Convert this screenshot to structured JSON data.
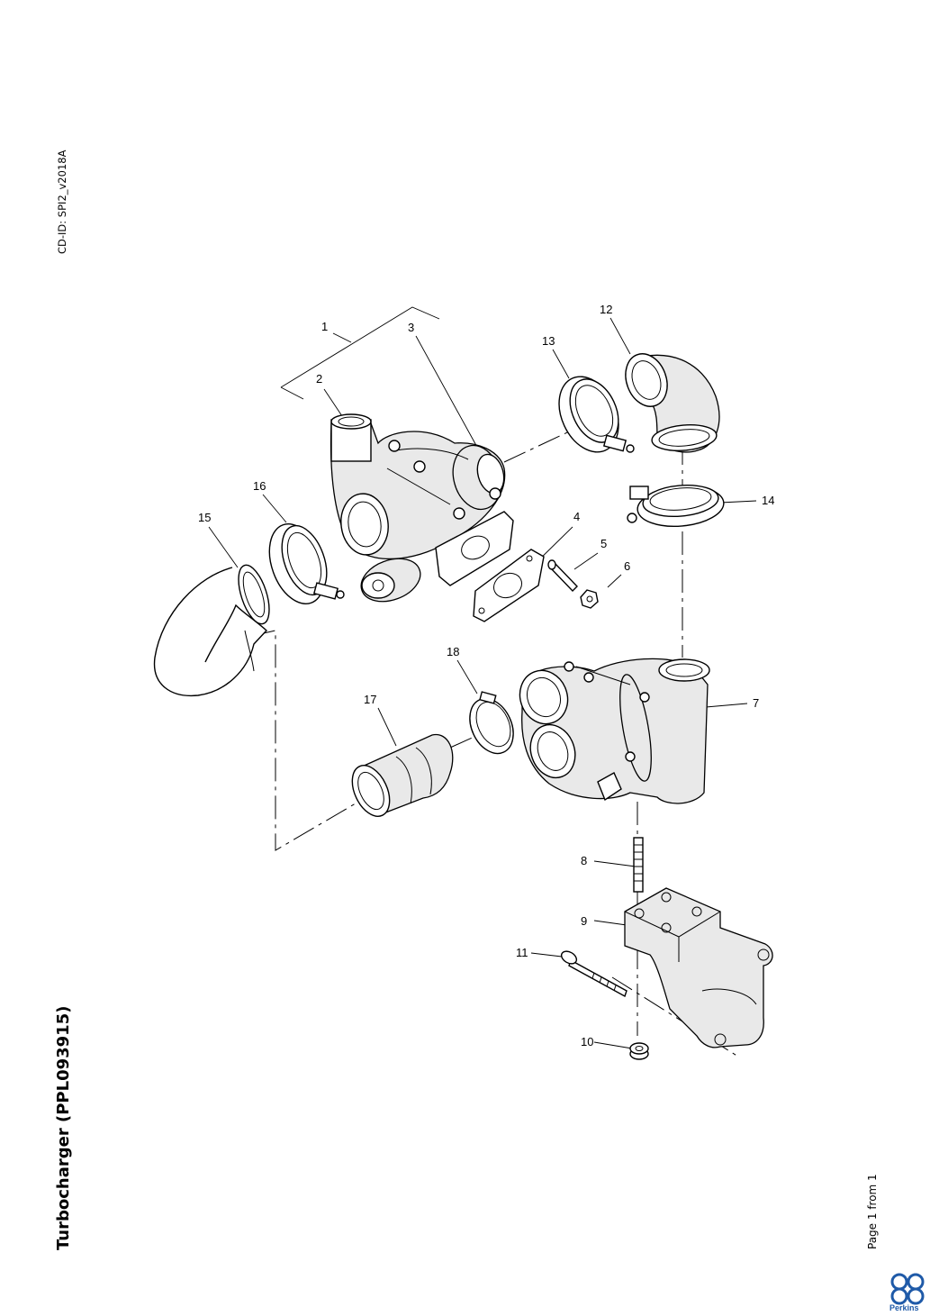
{
  "header": {
    "cd_id": "CD-ID: SPI2_v2018A"
  },
  "document": {
    "title": "Turbocharger (PPL093915)"
  },
  "footer": {
    "page_info": "Page 1 from 1",
    "brand": "Perkins"
  },
  "brand_color": "#1f5aa8",
  "diagram": {
    "callouts": [
      "1",
      "2",
      "3",
      "4",
      "5",
      "6",
      "7",
      "8",
      "9",
      "10",
      "11",
      "12",
      "13",
      "14",
      "15",
      "16",
      "17",
      "18"
    ]
  }
}
